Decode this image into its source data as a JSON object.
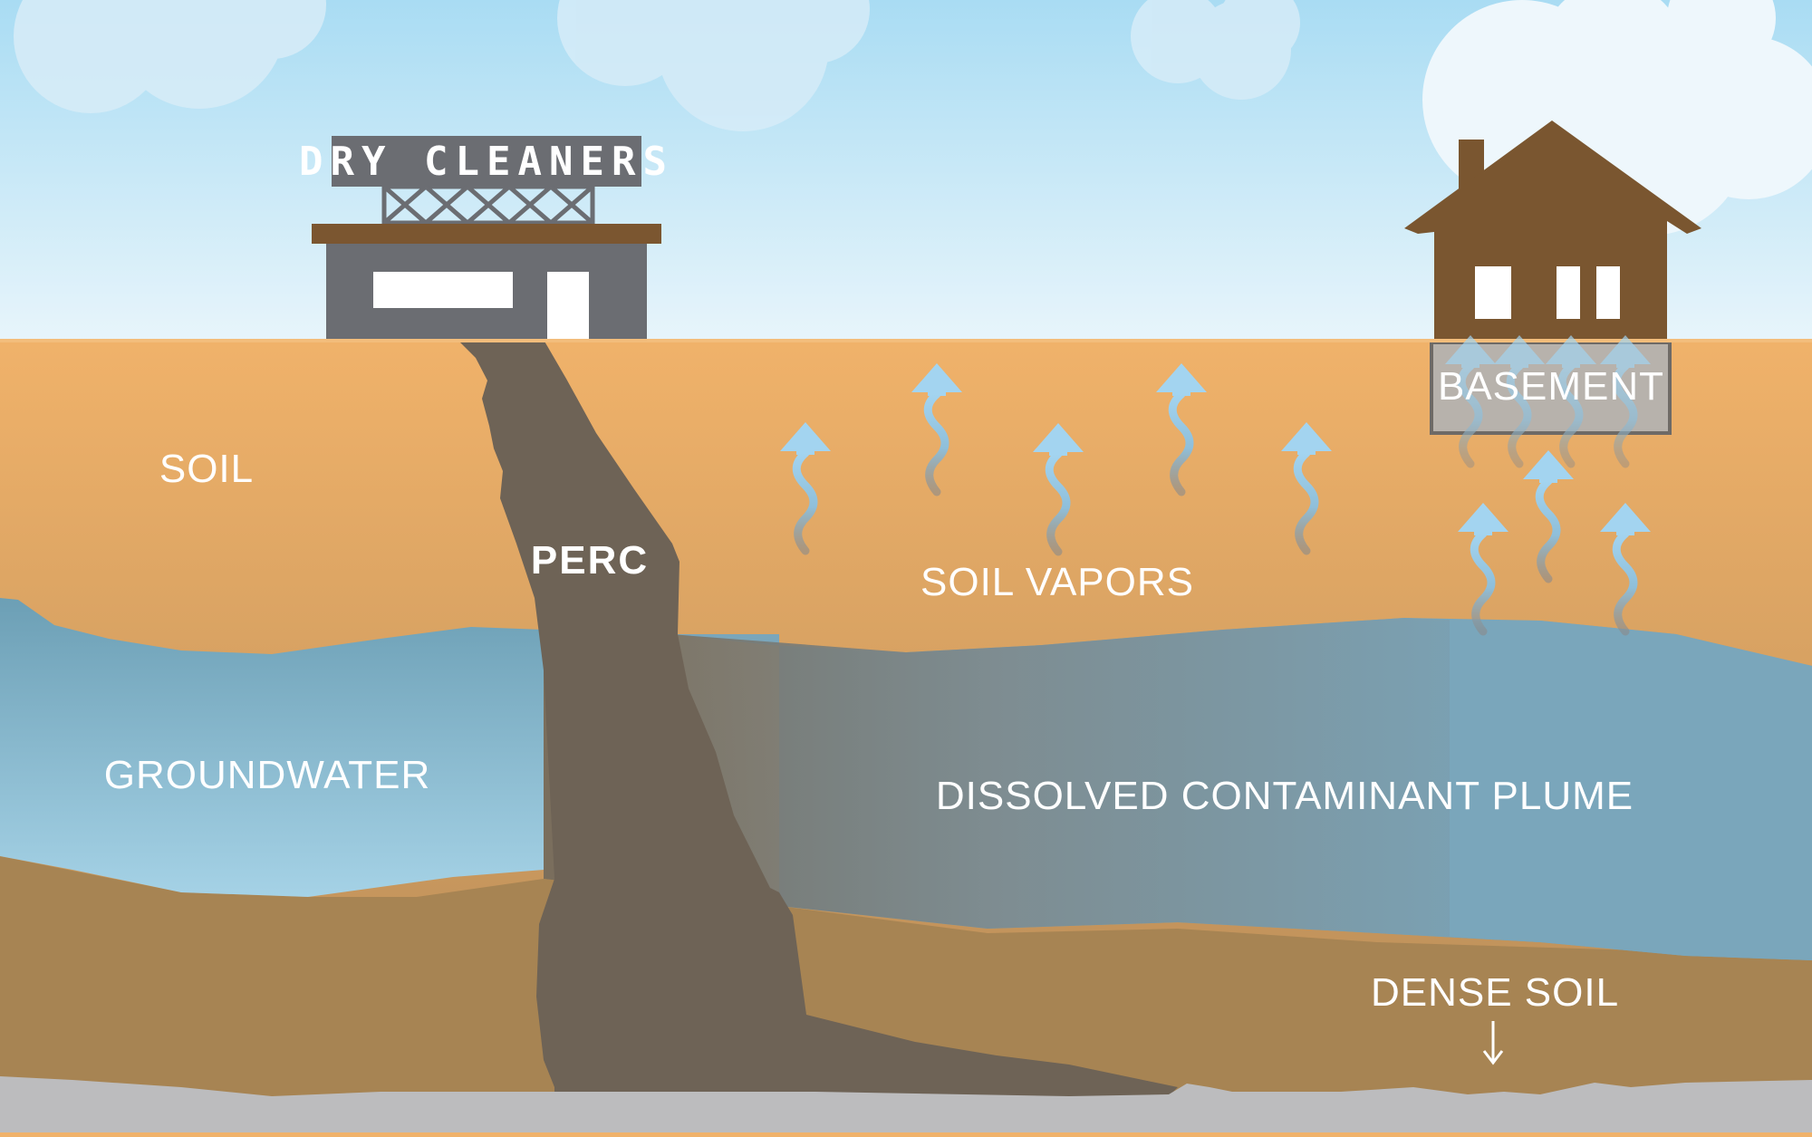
{
  "diagram": {
    "sign": "DRY CLEANERS",
    "labels": {
      "soil": "SOIL",
      "perc": "PERC",
      "soil_vapors": "SOIL VAPORS",
      "basement": "BASEMENT",
      "groundwater": "GROUNDWATER",
      "plume": "DISSOLVED CONTAMINANT PLUME",
      "dense_soil": "DENSE SOIL"
    },
    "colors": {
      "sky_top": "#a9dcf3",
      "sky_bottom": "#e6f4fb",
      "soil_top": "#f0b26a",
      "soil_bottom": "#b98d58",
      "dense_soil": "#a78453",
      "groundwater": "#7aa9bf",
      "plume": "#737060",
      "perc": "#6e6356",
      "bedrock": "#bcbcbe",
      "building": "#6b6d72",
      "house": "#7a5630",
      "vapor_arrow": "#9fd0ec"
    },
    "icons": [
      "vapor-arrow-icon",
      "down-arrow-icon",
      "cloud-icon"
    ]
  }
}
